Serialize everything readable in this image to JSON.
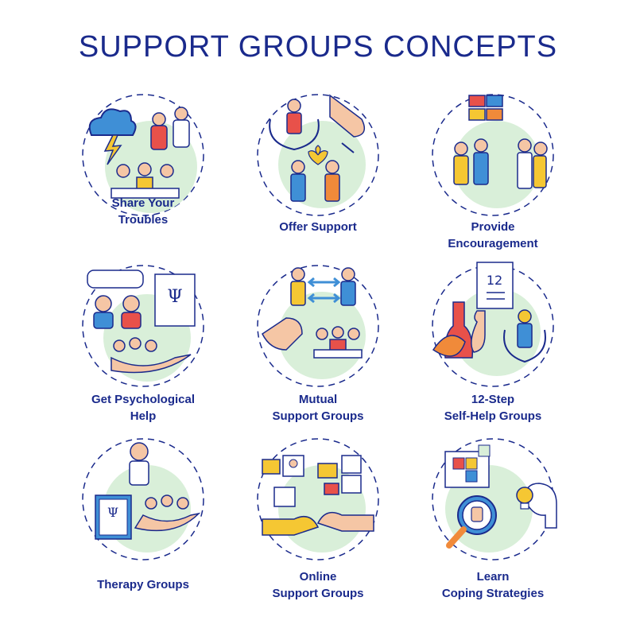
{
  "title": "SUPPORT GROUPS CONCEPTS",
  "colors": {
    "navy": "#1a2a8c",
    "green": "#d9efd9",
    "blue": "#3f8fd6",
    "orange": "#f08a3a",
    "red": "#e8514a",
    "yellow": "#f5c733",
    "skin": "#f5c6a5"
  },
  "concepts": [
    {
      "lines": [
        "Share Your",
        "Troubles"
      ],
      "icon": "storm-cloud-people-icon"
    },
    {
      "lines": [
        "Offer Support"
      ],
      "icon": "helping-hands-icon"
    },
    {
      "lines": [
        "Provide",
        "Encouragement"
      ],
      "icon": "joined-hands-crowd-icon"
    },
    {
      "lines": [
        "Get Psychological",
        "Help"
      ],
      "icon": "psychologist-chart-icon"
    },
    {
      "lines": [
        "Mutual",
        "Support Groups"
      ],
      "icon": "mutual-exchange-icon"
    },
    {
      "lines": [
        "12-Step",
        "Self-Help Groups"
      ],
      "icon": "twelve-step-checklist-icon"
    },
    {
      "lines": [
        "Therapy Groups"
      ],
      "icon": "therapist-group-icon"
    },
    {
      "lines": [
        "Online",
        "Support Groups"
      ],
      "icon": "online-video-call-icon"
    },
    {
      "lines": [
        "Learn",
        "Coping Strategies"
      ],
      "icon": "puzzle-lightbulb-icon"
    }
  ],
  "icon_texts": {
    "psi": "Ψ",
    "twelve": "12"
  }
}
